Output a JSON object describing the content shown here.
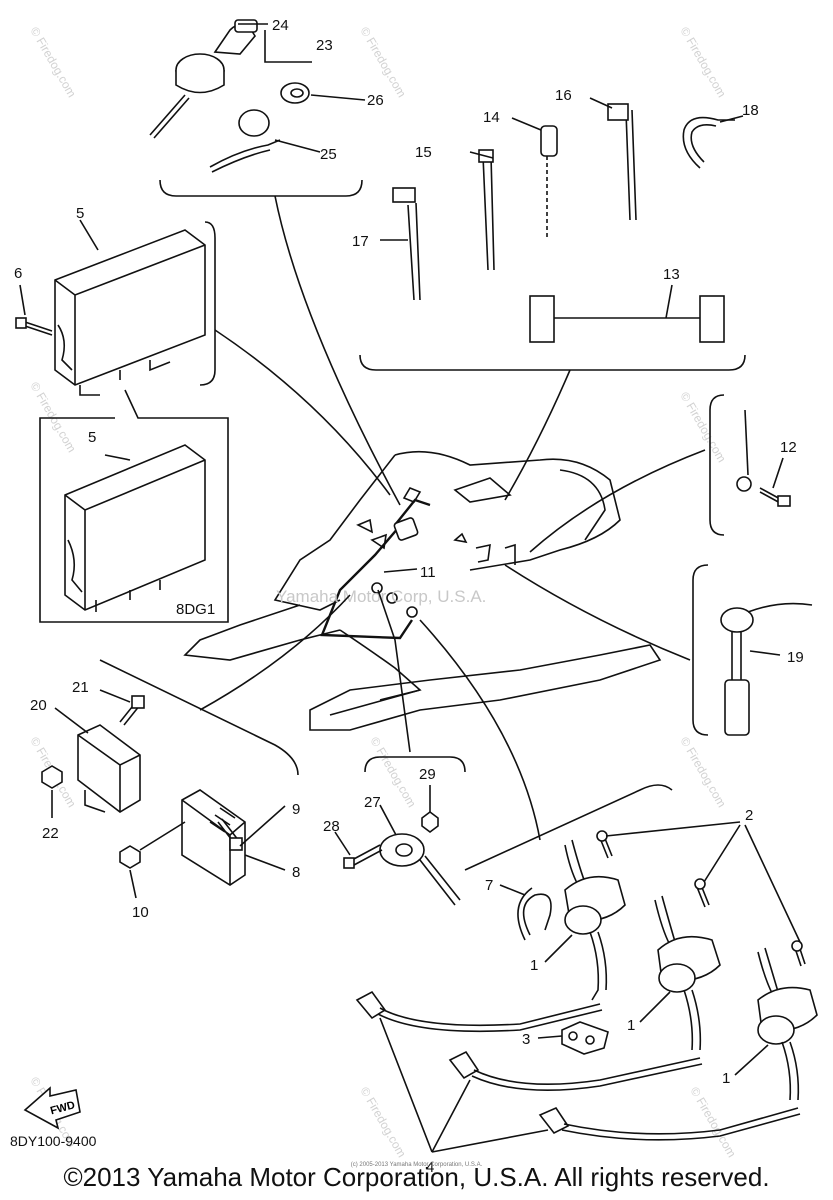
{
  "callouts": [
    "1",
    "1",
    "1",
    "2",
    "3",
    "4",
    "5",
    "6",
    "7",
    "8",
    "9",
    "10",
    "11",
    "12",
    "13",
    "14",
    "15",
    "16",
    "17",
    "18",
    "19",
    "20",
    "21",
    "22",
    "23",
    "24",
    "25",
    "26",
    "27",
    "28",
    "29"
  ],
  "inset_code": "8DG1",
  "inset_callout": "5",
  "watermark_center": "Yamaha Motor Corp, U.S.A.",
  "watermark_side": "© Firedog.com",
  "fwd_label": "FWD",
  "part_number": "8DY100-9400",
  "copyright": "©2013 Yamaha Motor Corporation, U.S.A. All rights reserved.",
  "tiny_copyright": "(c) 2005-2013 Yamaha Motor Corporation, U.S.A."
}
